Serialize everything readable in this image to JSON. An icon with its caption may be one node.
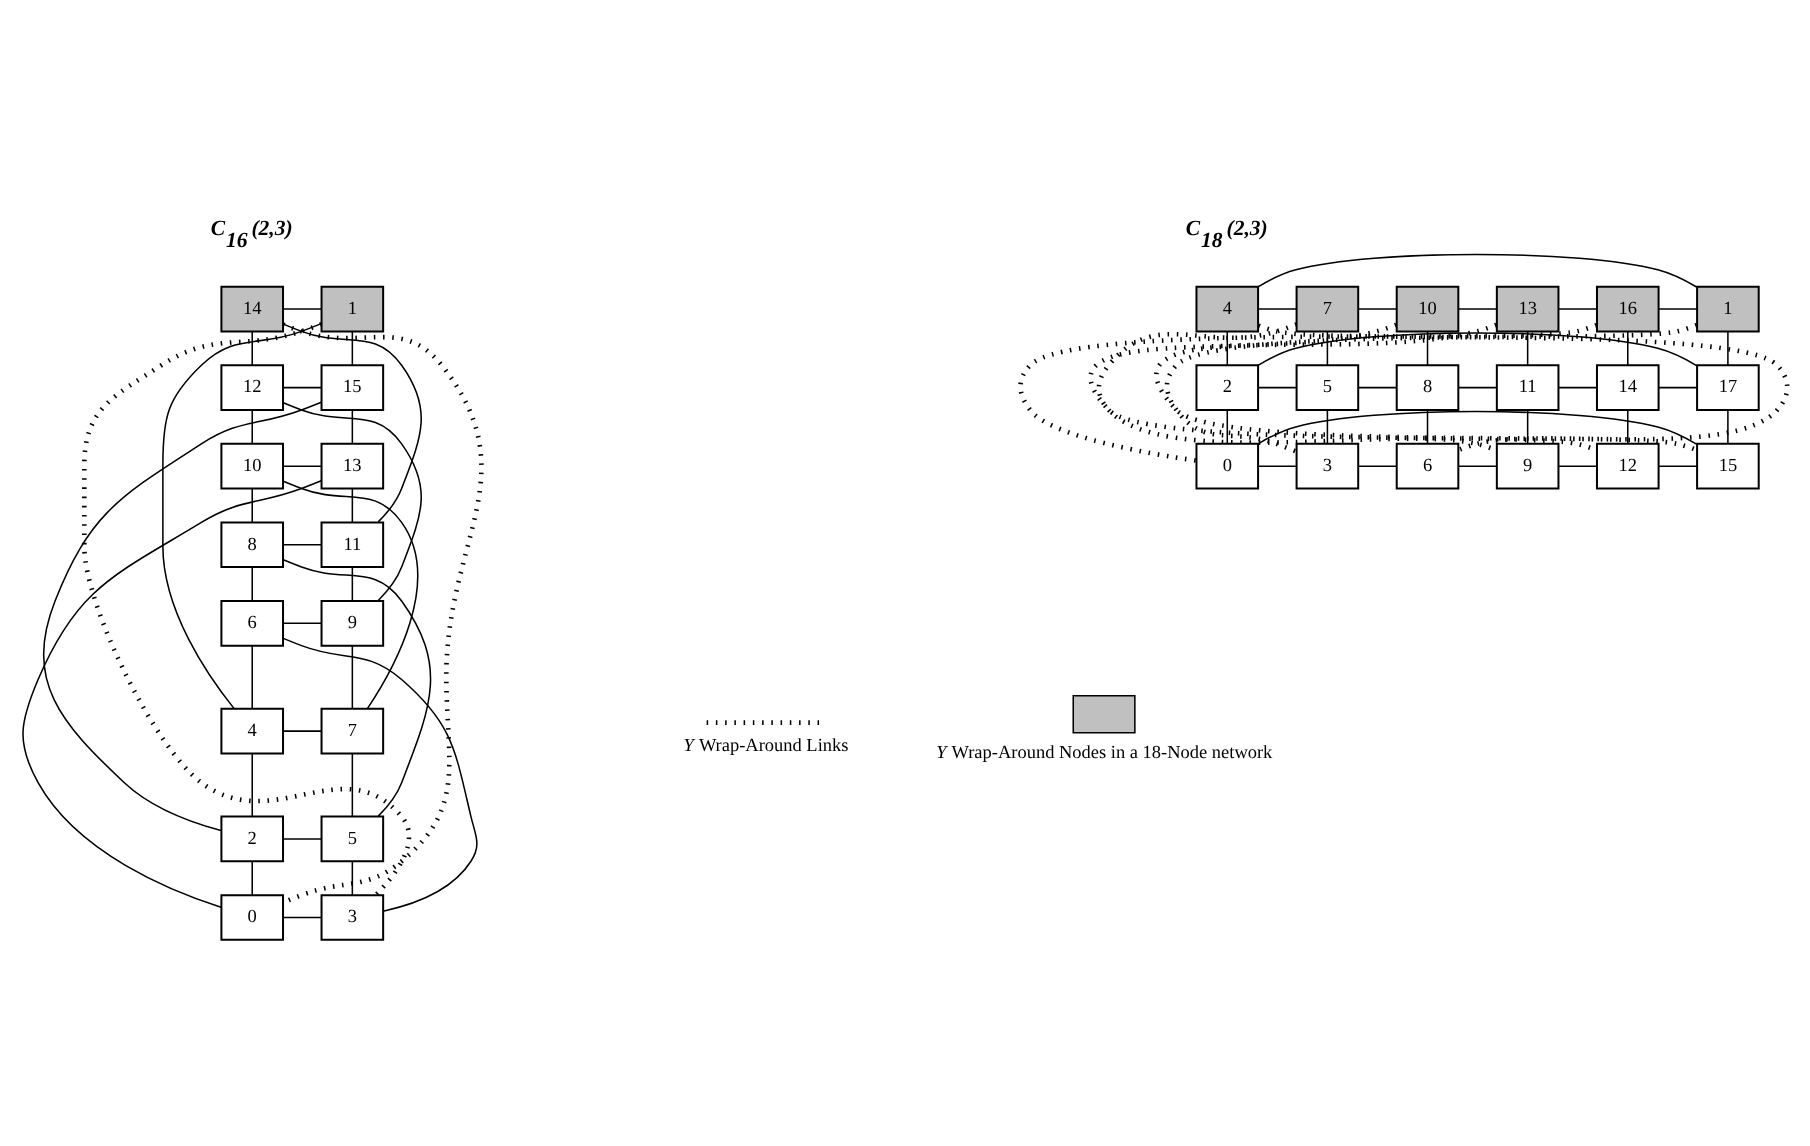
{
  "diagram": {
    "nodes": [
      {
        "text": [
          "14"
        ]
      },
      {
        "text": [
          "1"
        ]
      },
      {
        "text": [
          "12"
        ]
      },
      {
        "text": [
          "15"
        ]
      },
      {
        "text": [
          "10"
        ]
      },
      {
        "text": [
          "13"
        ]
      },
      {
        "text": [
          "8"
        ]
      },
      {
        "text": [
          "11"
        ]
      },
      {
        "text": [
          "6"
        ]
      },
      {
        "text": [
          "9"
        ]
      },
      {
        "text": [
          "4"
        ]
      },
      {
        "text": [
          "7"
        ]
      },
      {
        "text": [
          "2"
        ]
      },
      {
        "text": [
          "5"
        ]
      },
      {
        "text": [
          "0"
        ]
      },
      {
        "text": [
          "3"
        ]
      },
      {
        "text": [
          "4"
        ]
      },
      {
        "text": [
          "7"
        ]
      },
      {
        "text": [
          "10"
        ]
      },
      {
        "text": [
          "13"
        ]
      },
      {
        "text": [
          "16"
        ]
      },
      {
        "text": [
          "1"
        ]
      },
      {
        "text": [
          "2"
        ]
      },
      {
        "text": [
          "5"
        ]
      },
      {
        "text": [
          "8"
        ]
      },
      {
        "text": [
          "11"
        ]
      },
      {
        "text": [
          "14"
        ]
      },
      {
        "text": [
          "17"
        ]
      },
      {
        "text": [
          "0"
        ]
      },
      {
        "text": [
          "3"
        ]
      },
      {
        "text": [
          "6"
        ]
      },
      {
        "text": [
          "9"
        ]
      },
      {
        "text": [
          "12"
        ]
      },
      {
        "text": [
          "15"
        ]
      }
    ],
    "edges": [
      {
        "from": 0,
        "to": 1,
        "arrow": "none"
      },
      {
        "from": 2,
        "to": 3,
        "arrow": "none"
      },
      {
        "from": 4,
        "to": 5,
        "arrow": "none"
      },
      {
        "from": 6,
        "to": 7,
        "arrow": "none"
      },
      {
        "from": 8,
        "to": 9,
        "arrow": "none"
      },
      {
        "from": 10,
        "to": 11,
        "arrow": "none"
      },
      {
        "from": 12,
        "to": 13,
        "arrow": "none"
      },
      {
        "from": 14,
        "to": 15,
        "arrow": "none"
      },
      {
        "from": 0,
        "to": 2,
        "arrow": "none"
      },
      {
        "from": 2,
        "to": 4,
        "arrow": "none"
      },
      {
        "from": 4,
        "to": 6,
        "arrow": "none"
      },
      {
        "from": 6,
        "to": 8,
        "arrow": "none"
      },
      {
        "from": 8,
        "to": 10,
        "arrow": "none"
      },
      {
        "from": 10,
        "to": 12,
        "arrow": "none"
      },
      {
        "from": 12,
        "to": 14,
        "arrow": "none"
      },
      {
        "from": 1,
        "to": 3,
        "arrow": "none"
      },
      {
        "from": 3,
        "to": 5,
        "arrow": "none"
      },
      {
        "from": 5,
        "to": 7,
        "arrow": "none"
      },
      {
        "from": 7,
        "to": 9,
        "arrow": "none"
      },
      {
        "from": 9,
        "to": 11,
        "arrow": "none"
      },
      {
        "from": 11,
        "to": 13,
        "arrow": "none"
      },
      {
        "from": 13,
        "to": 15,
        "arrow": "none"
      },
      {
        "from": 0,
        "to": 14,
        "arrow": "none",
        "style": "dashed"
      },
      {
        "from": 1,
        "to": 15,
        "arrow": "none",
        "style": "dashed"
      },
      {
        "from": 0,
        "to": 7,
        "arrow": "none"
      },
      {
        "from": 2,
        "to": 9,
        "arrow": "none"
      },
      {
        "from": 4,
        "to": 11,
        "arrow": "none"
      },
      {
        "from": 6,
        "to": 13,
        "arrow": "none"
      },
      {
        "from": 8,
        "to": 15,
        "arrow": "none"
      },
      {
        "from": 10,
        "to": 1,
        "arrow": "none"
      },
      {
        "from": 12,
        "to": 3,
        "arrow": "none"
      },
      {
        "from": 14,
        "to": 5,
        "arrow": "none"
      },
      {
        "from": 16,
        "to": 17,
        "arrow": "none"
      },
      {
        "from": 17,
        "to": 18,
        "arrow": "none"
      },
      {
        "from": 18,
        "to": 19,
        "arrow": "none"
      },
      {
        "from": 19,
        "to": 20,
        "arrow": "none"
      },
      {
        "from": 20,
        "to": 21,
        "arrow": "none"
      },
      {
        "from": 21,
        "to": 16,
        "arrow": "none"
      },
      {
        "from": 22,
        "to": 23,
        "arrow": "none"
      },
      {
        "from": 23,
        "to": 24,
        "arrow": "none"
      },
      {
        "from": 24,
        "to": 25,
        "arrow": "none"
      },
      {
        "from": 25,
        "to": 26,
        "arrow": "none"
      },
      {
        "from": 26,
        "to": 27,
        "arrow": "none"
      },
      {
        "from": 27,
        "to": 22,
        "arrow": "none"
      },
      {
        "from": 28,
        "to": 29,
        "arrow": "none"
      },
      {
        "from": 29,
        "to": 30,
        "arrow": "none"
      },
      {
        "from": 30,
        "to": 31,
        "arrow": "none"
      },
      {
        "from": 31,
        "to": 32,
        "arrow": "none"
      },
      {
        "from": 32,
        "to": 33,
        "arrow": "none"
      },
      {
        "from": 33,
        "to": 28,
        "arrow": "none"
      },
      {
        "from": 16,
        "to": 22,
        "arrow": "none"
      },
      {
        "from": 22,
        "to": 28,
        "arrow": "none"
      },
      {
        "from": 17,
        "to": 23,
        "arrow": "none"
      },
      {
        "from": 23,
        "to": 29,
        "arrow": "none"
      },
      {
        "from": 18,
        "to": 24,
        "arrow": "none"
      },
      {
        "from": 24,
        "to": 30,
        "arrow": "none"
      },
      {
        "from": 19,
        "to": 25,
        "arrow": "none"
      },
      {
        "from": 25,
        "to": 31,
        "arrow": "none"
      },
      {
        "from": 20,
        "to": 26,
        "arrow": "none"
      },
      {
        "from": 26,
        "to": 32,
        "arrow": "none"
      },
      {
        "from": 21,
        "to": 27,
        "arrow": "none"
      },
      {
        "from": 27,
        "to": 33,
        "arrow": "none"
      },
      {
        "from": 16,
        "to": 30,
        "arrow": "none",
        "style": "dashed"
      },
      {
        "from": 17,
        "to": 31,
        "arrow": "none",
        "style": "dashed"
      },
      {
        "from": 18,
        "to": 32,
        "arrow": "none",
        "style": "dashed"
      },
      {
        "from": 19,
        "to": 33,
        "arrow": "none",
        "style": "dashed"
      },
      {
        "from": 20,
        "to": 28,
        "arrow": "none",
        "style": "dashed"
      },
      {
        "from": 21,
        "to": 29,
        "arrow": "none",
        "style": "dashed"
      }
    ],
    "labels": [
      "C$_{16}$ (2,3)",
      "C$_{18}$ (2,3)"
    ],
    "legend": [
      {
        "text": "*Y* Wrap-Around Links"
      },
      {
        "text": "*Y* Wrap-Around Nodes in a 18-Node network",
        "color": "#c0c0c0"
      }
    ]
  }
}
